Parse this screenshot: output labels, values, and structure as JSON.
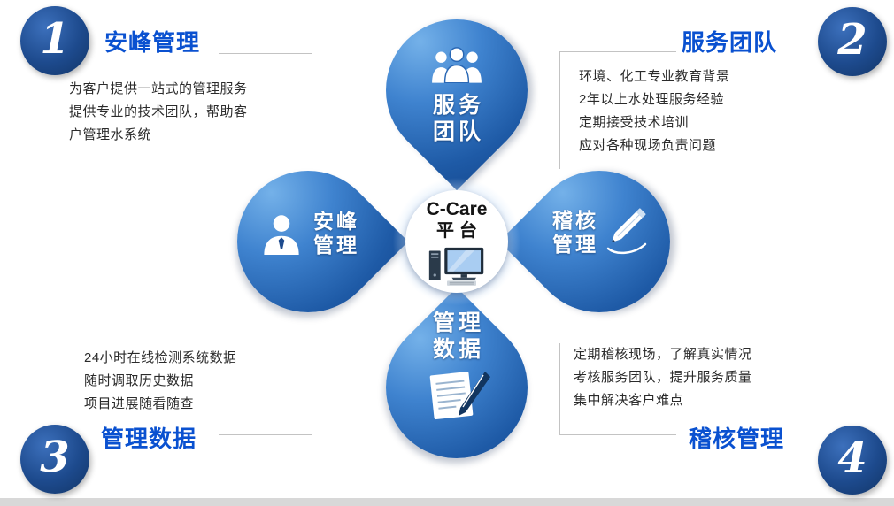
{
  "center": {
    "title": "C-Care",
    "subtitle": "平台",
    "icon": "desktop-computer-icon"
  },
  "petals": [
    {
      "id": "top",
      "line1": "服务",
      "line2": "团队",
      "icon": "team-people-icon"
    },
    {
      "id": "left",
      "line1": "安峰",
      "line2": "管理",
      "icon": "person-icon"
    },
    {
      "id": "right",
      "line1": "稽核",
      "line2": "管理",
      "icon": "pencil-icon"
    },
    {
      "id": "bottom",
      "line1": "管理",
      "line2": "数据",
      "icon": "document-pen-icon"
    }
  ],
  "corners": [
    {
      "number": "1",
      "heading": "安峰管理",
      "lines": [
        "为客户提供一站式的管理服务",
        "提供专业的技术团队，帮助客",
        "户管理水系统"
      ]
    },
    {
      "number": "2",
      "heading": "服务团队",
      "lines": [
        "环境、化工专业教育背景",
        "2年以上水处理服务经验",
        "定期接受技术培训",
        "应对各种现场负责问题"
      ]
    },
    {
      "number": "3",
      "heading": "管理数据",
      "lines": [
        "24小时在线检测系统数据",
        "随时调取历史数据",
        "项目进展随看随查"
      ]
    },
    {
      "number": "4",
      "heading": "稽核管理",
      "lines": [
        "定期稽核现场，了解真实情况",
        "考核服务团队，提升服务质量",
        "集中解决客户难点"
      ]
    }
  ],
  "colors": {
    "petal_blue_light": "#74b1e9",
    "petal_blue_dark": "#0e3b7d",
    "heading_blue": "#0a51d0",
    "medallion_navy": "#1d4a8d",
    "body_text": "#2b2b2b",
    "bottom_bar": "#d8d8d8"
  }
}
